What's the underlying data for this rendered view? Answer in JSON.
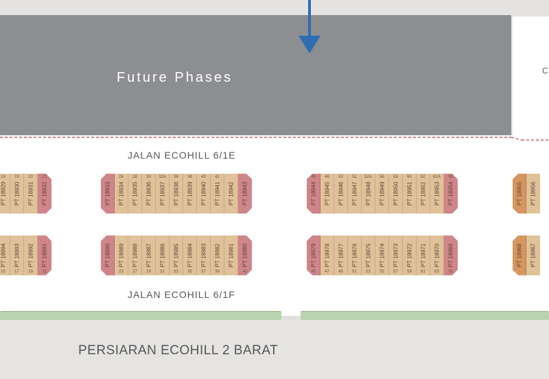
{
  "labels": {
    "future_phases": "Future Phases",
    "side_partial": "C",
    "street_top": "JALAN ECOHILL 6/1E",
    "street_bottom": "JALAN ECOHILL 6/1F",
    "avenue": "PERSIARAN ECOHILL 2 BARAT"
  },
  "colors": {
    "future": "#8d8e91",
    "lot": "#e0c29a",
    "corner": "#cf858a",
    "orange": "#d6965f",
    "arrow": "#2f6db3",
    "green_strip": "#b8d4ae"
  },
  "blocks": [
    {
      "id": "b1",
      "lots": [
        {
          "id": "PT 18929",
          "t": "18",
          "b": "",
          "k": "n"
        },
        {
          "id": "PT 18930",
          "t": "19",
          "b": "",
          "k": "n"
        },
        {
          "id": "PT 18931",
          "t": "20",
          "b": "",
          "k": "n"
        },
        {
          "id": "PT 18932",
          "t": "22",
          "b": "",
          "k": "c"
        }
      ]
    },
    {
      "id": "b2",
      "lots": [
        {
          "id": "PT 18933",
          "t": "",
          "b": "",
          "k": "c"
        },
        {
          "id": "PT 18934",
          "t": "26",
          "b": "",
          "k": "n"
        },
        {
          "id": "PT 18935",
          "t": "28",
          "b": "",
          "k": "n"
        },
        {
          "id": "PT 18936",
          "t": "30",
          "b": "",
          "k": "n"
        },
        {
          "id": "PT 18937",
          "t": "32A",
          "b": "",
          "k": "n"
        },
        {
          "id": "PT 18938",
          "t": "36",
          "b": "",
          "k": "n"
        },
        {
          "id": "PT 18939",
          "t": "38",
          "b": "",
          "k": "n"
        },
        {
          "id": "PT 18940",
          "t": "40",
          "b": "",
          "k": "n"
        },
        {
          "id": "PT 18941",
          "t": "42",
          "b": "",
          "k": "n"
        },
        {
          "id": "PT 18942",
          "t": "",
          "b": "",
          "k": "n"
        },
        {
          "id": "PT 18943",
          "t": "",
          "b": "",
          "k": "c"
        }
      ]
    },
    {
      "id": "b3",
      "lots": [
        {
          "id": "PT 18944",
          "t": "46",
          "b": "",
          "k": "c"
        },
        {
          "id": "PT 18945",
          "t": "48",
          "b": "",
          "k": "n"
        },
        {
          "id": "PT 18946",
          "t": "50",
          "b": "",
          "k": "n"
        },
        {
          "id": "PT 18947",
          "t": "52",
          "b": "",
          "k": "n"
        },
        {
          "id": "PT 18948",
          "t": "52A",
          "b": "",
          "k": "n"
        },
        {
          "id": "PT 18949",
          "t": "56",
          "b": "",
          "k": "n"
        },
        {
          "id": "PT 18950",
          "t": "58",
          "b": "",
          "k": "n"
        },
        {
          "id": "PT 18951",
          "t": "60",
          "b": "",
          "k": "n"
        },
        {
          "id": "PT 18952",
          "t": "62",
          "b": "",
          "k": "n"
        },
        {
          "id": "PT 18953",
          "t": "62A",
          "b": "",
          "k": "n"
        },
        {
          "id": "PT 18954",
          "t": "66",
          "b": "",
          "k": "c"
        }
      ]
    },
    {
      "id": "b4",
      "lots": [
        {
          "id": "PT 18955",
          "t": "",
          "b": "",
          "k": "o"
        },
        {
          "id": "PT 18956",
          "t": "",
          "b": "",
          "k": "n"
        }
      ]
    },
    {
      "id": "b5",
      "lots": [
        {
          "id": "PT 18994",
          "t": "",
          "b": "15",
          "k": "n"
        },
        {
          "id": "PT 18993",
          "t": "",
          "b": "17",
          "k": "n"
        },
        {
          "id": "PT 18992",
          "t": "",
          "b": "19",
          "k": "n"
        },
        {
          "id": "PT 18991",
          "t": "",
          "b": "21",
          "k": "c"
        }
      ]
    },
    {
      "id": "b6",
      "lots": [
        {
          "id": "PT 18990",
          "t": "",
          "b": "",
          "k": "c"
        },
        {
          "id": "PT 18989",
          "t": "",
          "b": "23",
          "k": "n"
        },
        {
          "id": "PT 18988",
          "t": "",
          "b": "27",
          "k": "n"
        },
        {
          "id": "PT 18987",
          "t": "",
          "b": "29",
          "k": "n"
        },
        {
          "id": "PT 18986",
          "t": "",
          "b": "31",
          "k": "n"
        },
        {
          "id": "PT 18985",
          "t": "",
          "b": "33",
          "k": "n"
        },
        {
          "id": "PT 18984",
          "t": "",
          "b": "35",
          "k": "n"
        },
        {
          "id": "PT 18983",
          "t": "",
          "b": "37",
          "k": "n"
        },
        {
          "id": "PT 18982",
          "t": "",
          "b": "39",
          "k": "n"
        },
        {
          "id": "PT 18981",
          "t": "",
          "b": "",
          "k": "n"
        },
        {
          "id": "PT 18980",
          "t": "",
          "b": "43",
          "k": "c"
        }
      ]
    },
    {
      "id": "b7",
      "lots": [
        {
          "id": "PT 18979",
          "t": "",
          "b": "45",
          "k": "c"
        },
        {
          "id": "PT 18978",
          "t": "",
          "b": "47",
          "k": "n"
        },
        {
          "id": "PT 18977",
          "t": "",
          "b": "49",
          "k": "n"
        },
        {
          "id": "PT 18976",
          "t": "",
          "b": "51",
          "k": "n"
        },
        {
          "id": "PT 18975",
          "t": "",
          "b": "53",
          "k": "n"
        },
        {
          "id": "PT 18974",
          "t": "",
          "b": "55",
          "k": "n"
        },
        {
          "id": "PT 18973",
          "t": "",
          "b": "57",
          "k": "n"
        },
        {
          "id": "PT 18972",
          "t": "",
          "b": "59",
          "k": "n"
        },
        {
          "id": "PT 18971",
          "t": "",
          "b": "61",
          "k": "n"
        },
        {
          "id": "PT 18970",
          "t": "",
          "b": "63",
          "k": "n"
        },
        {
          "id": "PT 18969",
          "t": "",
          "b": "65",
          "k": "c"
        }
      ]
    },
    {
      "id": "b8",
      "lots": [
        {
          "id": "PT 18968",
          "t": "",
          "b": "",
          "k": "o"
        },
        {
          "id": "PT 18967",
          "t": "",
          "b": "",
          "k": "n"
        }
      ]
    }
  ]
}
